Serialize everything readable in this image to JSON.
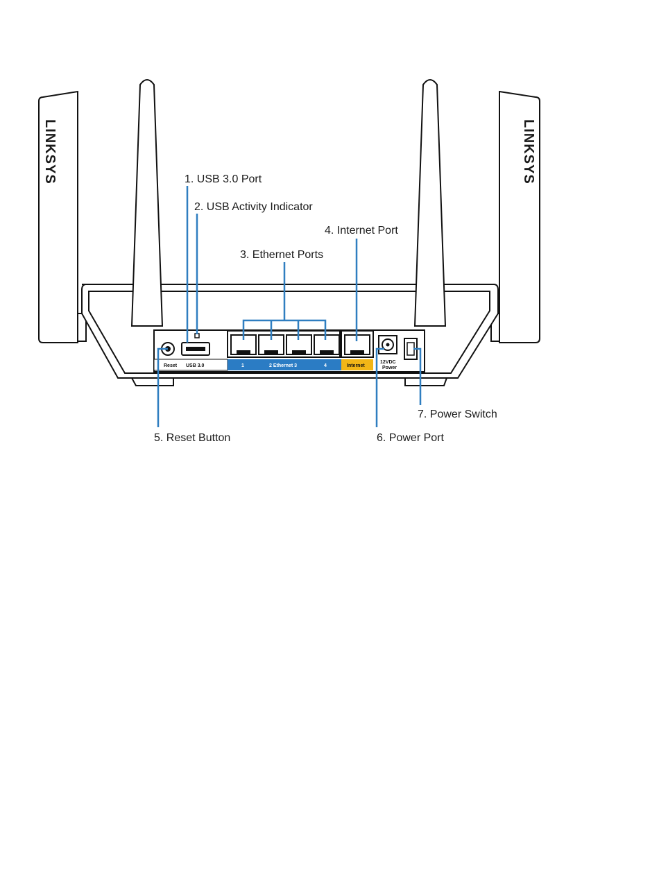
{
  "brand": {
    "left_antenna": "LINKSYS",
    "right_antenna": "LINKSYS"
  },
  "callouts": {
    "usb_port": "1. USB 3.0 Port",
    "usb_activity": "2. USB Activity Indicator",
    "ethernet_ports": "3. Ethernet Ports",
    "internet_port": "4. Internet Port",
    "reset_button": "5. Reset Button",
    "power_port": "6. Power Port",
    "power_switch": "7. Power Switch"
  },
  "strip": {
    "reset": "Reset",
    "usb": "USB 3.0",
    "eth1": "1",
    "eth_middle": "2 Ethernet 3",
    "eth4": "4",
    "internet": "Internet",
    "power_top": "12VDC",
    "power_bottom": "Power"
  },
  "colors": {
    "leader_line": "#2f7ec0",
    "ethernet_strip": "#2b7cc4",
    "internet_strip": "#f2b617",
    "outline": "#111111"
  }
}
